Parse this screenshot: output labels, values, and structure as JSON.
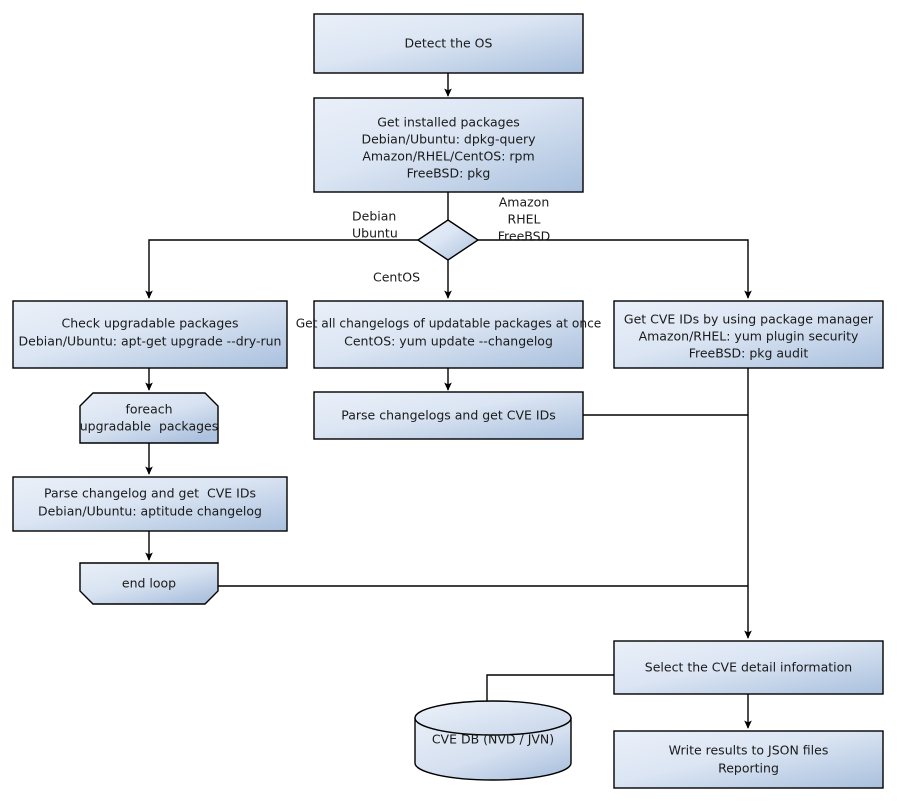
{
  "diagram": {
    "title": "Vulnerability scanning flowchart",
    "type": "flowchart",
    "colors": {
      "node_fill_light": "#e9eff8",
      "node_fill_dark": "#a9c0dd",
      "node_stroke": "#000000",
      "edge_stroke": "#000000",
      "background": "#ffffff",
      "text": "#1a1a1a"
    },
    "nodes": {
      "detect_os": {
        "shape": "process",
        "lines": [
          "Detect the OS"
        ]
      },
      "get_installed_packages": {
        "shape": "process",
        "lines": [
          "Get installed packages",
          "Debian/Ubuntu: dpkg-query",
          "Amazon/RHEL/CentOS: rpm",
          "FreeBSD: pkg"
        ]
      },
      "os_decision": {
        "shape": "decision",
        "lines": []
      },
      "check_upgradable": {
        "shape": "process",
        "lines": [
          "Check upgradable packages",
          "Debian/Ubuntu: apt-get upgrade --dry-run"
        ]
      },
      "get_all_changelogs": {
        "shape": "process",
        "lines": [
          "Get all changelogs of updatable packages at once",
          "CentOS: yum update --changelog"
        ]
      },
      "get_cve_ids_pkgmgr": {
        "shape": "process",
        "lines": [
          "Get CVE IDs by using package manager",
          "Amazon/RHEL: yum plugin security",
          "FreeBSD: pkg audit"
        ]
      },
      "foreach_loop_start": {
        "shape": "loop-start",
        "lines": [
          "foreach",
          "upgradable  packages"
        ]
      },
      "parse_changelog_single": {
        "shape": "process",
        "lines": [
          "Parse changelog and get  CVE IDs",
          "Debian/Ubuntu: aptitude changelog"
        ]
      },
      "parse_changelogs_bulk": {
        "shape": "process",
        "lines": [
          "Parse changelogs and get CVE IDs"
        ]
      },
      "end_loop": {
        "shape": "loop-end",
        "lines": [
          "end loop"
        ]
      },
      "select_cve_detail": {
        "shape": "process",
        "lines": [
          "Select the CVE detail information"
        ]
      },
      "write_results": {
        "shape": "process",
        "lines": [
          "Write results to JSON files",
          "Reporting"
        ]
      },
      "cve_database": {
        "shape": "database",
        "lines": [
          "CVE DB (NVD / JVN)"
        ]
      }
    },
    "edge_labels": {
      "debian_ubuntu": [
        "Debian",
        "Ubuntu"
      ],
      "amazon_rhel_freebsd": [
        "Amazon",
        "RHEL",
        "FreeBSD"
      ],
      "centos": [
        "CentOS"
      ]
    }
  }
}
